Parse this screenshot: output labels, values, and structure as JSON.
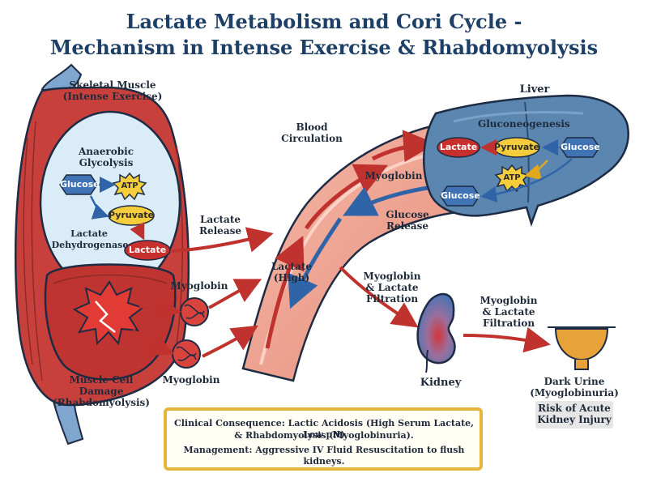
{
  "title": {
    "line1": "Lactate Metabolism and Cori Cycle -",
    "line2": "Mechanism in Intense Exercise & Rhabdomyolysis"
  },
  "muscle": {
    "title1": "Skeletal Muscle",
    "title2": "(Intense Exercise)",
    "anaerobic1": "Anaerobic",
    "anaerobic2": "Glycolysis",
    "glucose": "Glucose",
    "atp": "ATP",
    "pyruvate": "Pyruvate",
    "ldh1": "Lactate",
    "ldh2": "Dehydrogenase",
    "lactate": "Lactate",
    "damage1": "Muscle Cell",
    "damage2": "Damage",
    "damage3": "(Rhabdomyolysis)"
  },
  "labels": {
    "lactate_release1": "Lactate",
    "lactate_release2": "Release",
    "myoglobin_top": "Myoglobin",
    "myoglobin_bottom": "Myoglobin",
    "blood1": "Blood",
    "blood2": "Circulation",
    "myoglobin_vessel": "Myoglobin",
    "lactate_high1": "Lactate",
    "lactate_high2": "(High)",
    "glucose_release1": "Glucose",
    "glucose_release2": "Release",
    "filtration1_1": "Myoglobin",
    "filtration1_2": "& Lactate",
    "filtration1_3": "Filtration",
    "filtration2_1": "Myoglobin",
    "filtration2_2": "& Lactate",
    "filtration2_3": "Filtration",
    "kidney": "Kidney",
    "urine1": "Dark Urine",
    "urine2": "(Myoglobinuria)",
    "risk1": "Risk of Acute",
    "risk2": "Kidney Injury"
  },
  "liver": {
    "title": "Liver",
    "process": "Gluconeogenesis",
    "lactate": "Lactate",
    "pyruvate": "Pyruvate",
    "glucose_in": "Glucose",
    "atp": "ATP",
    "glucose_out": "Glucose"
  },
  "consequence": {
    "line1": "Clinical Consequence: Lactic Acidosis (High Serum Lactate, Low pH)",
    "line2": "& Rhabdomyolysis (Myoglobinuria).",
    "line3": "Management: Aggressive IV Fluid Resuscitation to flush kidneys."
  },
  "colors": {
    "title": "#1e3f66",
    "muscle_red": "#c8403c",
    "vessel": "#eea394",
    "liver": "#5b86b0",
    "lactate_node": "#c8302e",
    "glucose_node": "#3f73b3",
    "atp_node": "#f5cd3c",
    "box_border": "#e8b53c"
  },
  "icons": [
    "muscle-icon",
    "vessel-icon",
    "liver-icon",
    "kidney-icon",
    "bladder-icon",
    "myoglobin-icon",
    "damage-burst-icon"
  ]
}
